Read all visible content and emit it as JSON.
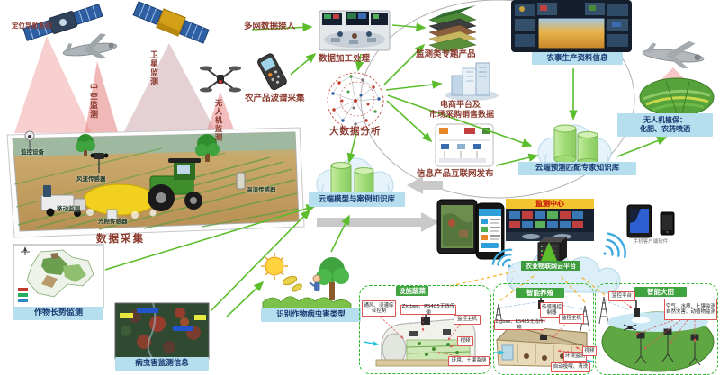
{
  "sky": {
    "satnav": "定位导航系统",
    "satellite": "卫星监测",
    "midair": "中空监测",
    "uav": "无人机监测"
  },
  "farm": {
    "camera": "监控设备",
    "wind": "风速传感器",
    "mobile": "移动监测",
    "light": "光照传感器",
    "humidity": "温湿传感器",
    "collect": "数据采集"
  },
  "process": {
    "multinet": "多网数据接入",
    "processing": "数据加工处理",
    "spectrum": "农产品波谱采集",
    "bigdata": "大数据分析"
  },
  "products": {
    "thematic": "监测类专题产品",
    "ecommerce_line1": "电商平台及",
    "ecommerce_line2": "市场采购销售数据",
    "publish": "信息产品互联网发布"
  },
  "cloud_right": {
    "production_info": "农事生产资料信息",
    "uav_protect_line1": "无人机植保：",
    "uav_protect_line2": "化肥、农药喷洒",
    "expert_kb": "云端预测匹配专家知识库",
    "model_kb": "云端模型与案例知识库"
  },
  "center": {
    "monitor_center": "监测中心",
    "iot_platform": "农业物联网云平台",
    "phone_caption": "手机客户端软件"
  },
  "maps": {
    "growth": "作物长势监测",
    "pest": "病虫害监测信息",
    "identify": "识别作物病虫害类型"
  },
  "panels": [
    {
      "title": "设施蔬菜",
      "tags": [
        "通风、浇灌综合控制",
        "Zigbee、RS485无线传输",
        "监控主机",
        "视频",
        "环境、土壤监测"
      ]
    },
    {
      "title": "智能养殖",
      "tags": [
        "传感器控制器",
        "监控主机",
        "Zigbee、RS485无线传输",
        "环境监测",
        "视频",
        "自动投喂、清洗"
      ]
    },
    {
      "title": "智能大田",
      "tags": [
        "监控平台",
        "空气、水质、土壤监测",
        "自然灾害、动植物监测"
      ]
    }
  ],
  "colors": {
    "label_red": "#8B3A2E",
    "blue_bar_bg": "#B5DFEF",
    "blue_bar_text": "#17366E",
    "green_banner": "#3FA33F",
    "yellow_banner": "#F4C430",
    "arrow_green": "#5BBD2B",
    "arrow_gray": "#C9C9C9",
    "panel_border": "#2EB82E",
    "beam_pink": "#F2A8A8"
  }
}
